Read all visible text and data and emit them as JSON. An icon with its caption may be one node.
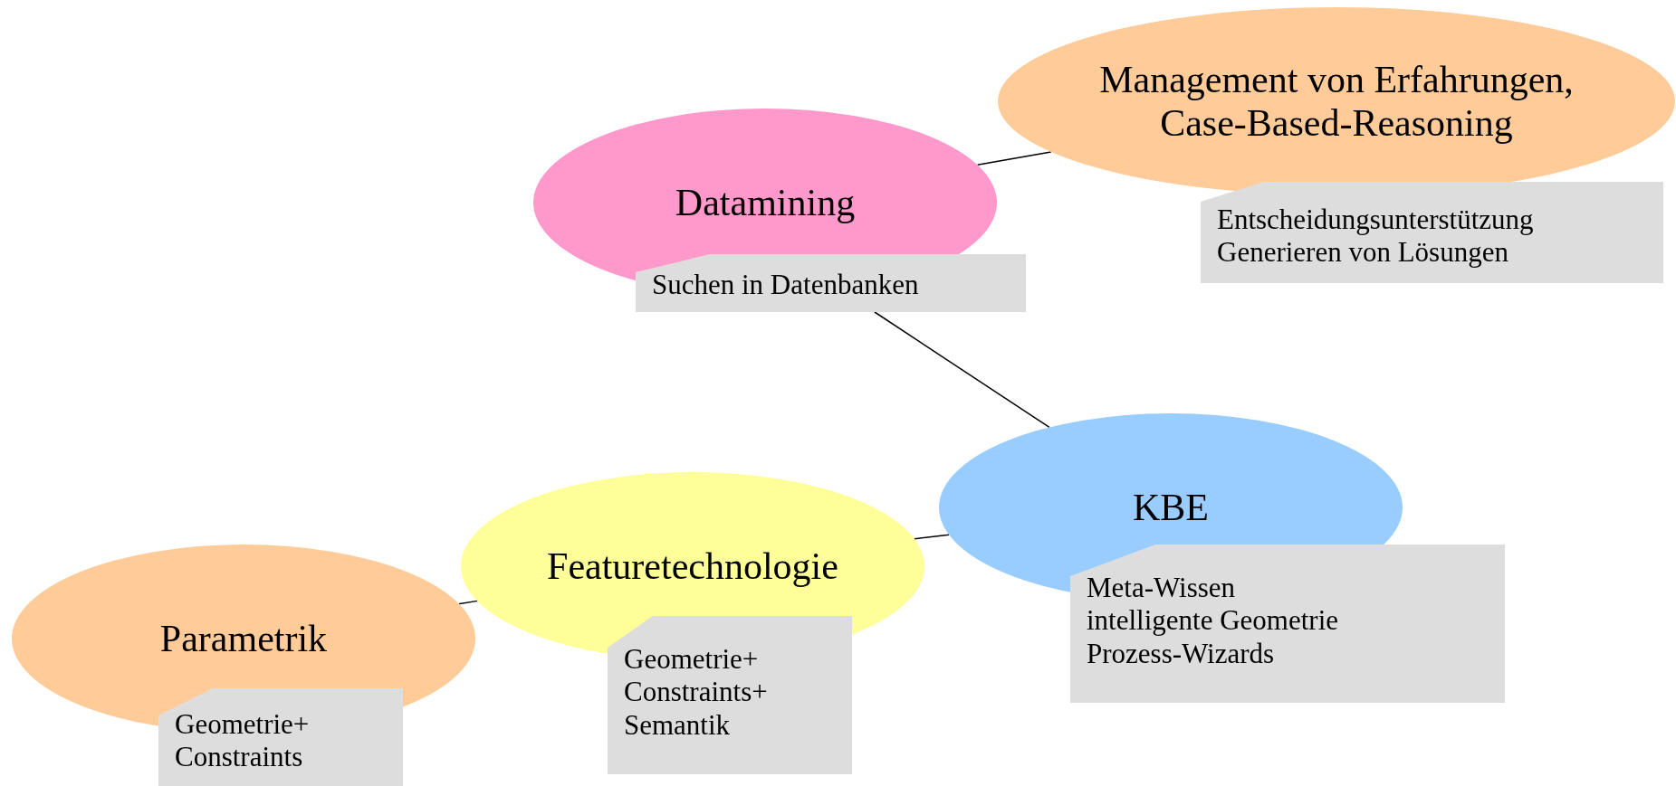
{
  "diagram": {
    "nodes": [
      {
        "text": [
          "Management von Erfahrungen, Case-Based-Reasoning"
        ]
      },
      {
        "text": [
          "Entscheidungsunterstützung",
          "Generieren von Lösungen"
        ]
      },
      {
        "text": [
          "Datamining"
        ]
      },
      {
        "text": [
          "Suchen in Datenbanken"
        ]
      },
      {
        "text": [
          "KBE"
        ]
      },
      {
        "text": [
          "Meta-Wissen",
          "intelligente Geometrie",
          "Prozess-Wizards"
        ]
      },
      {
        "text": [
          "Featuretechnologie"
        ]
      },
      {
        "text": [
          "Geometrie+",
          "Constraints+",
          "Semantik"
        ]
      },
      {
        "text": [
          "Parametrik"
        ]
      },
      {
        "text": [
          "Geometrie+",
          "Constraints"
        ]
      }
    ],
    "edges": [
      {
        "from": 2,
        "to": 0,
        "arrow": "none"
      },
      {
        "from": 3,
        "to": 4,
        "arrow": "none"
      },
      {
        "from": 4,
        "to": 6,
        "arrow": "none"
      },
      {
        "from": 6,
        "to": 8,
        "arrow": "none"
      }
    ]
  }
}
